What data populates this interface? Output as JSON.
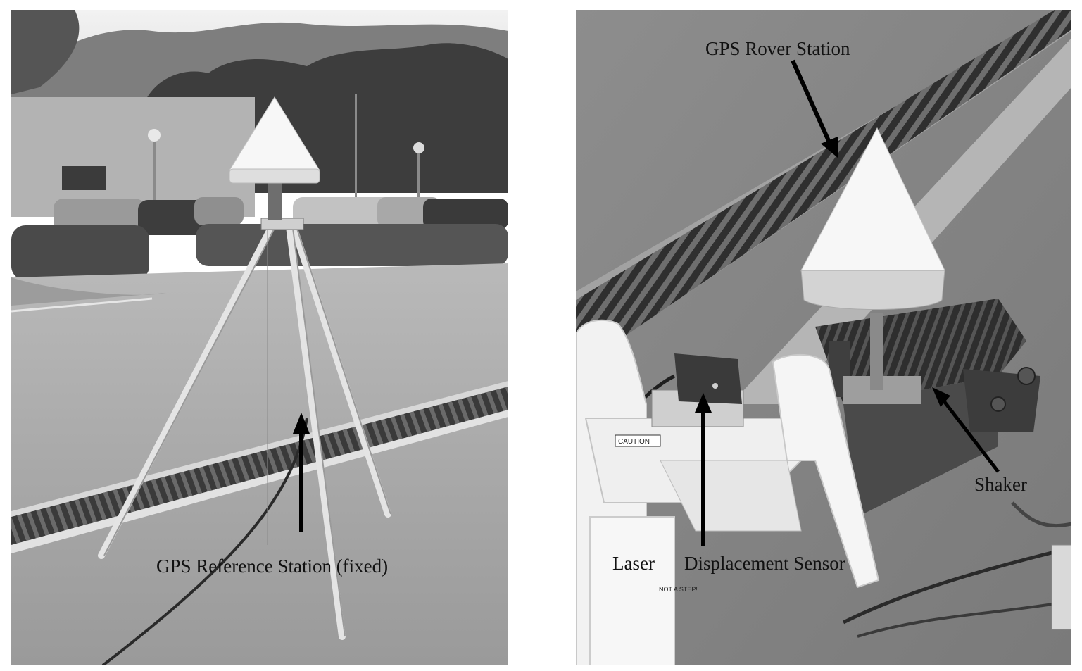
{
  "figure": {
    "left_photo": {
      "caption": "GPS Reference Station  (fixed)"
    },
    "right_photo": {
      "caption_rover": "GPS Rover Station",
      "caption_shaker": "Shaker",
      "caption_laser": "Laser",
      "caption_sensor": "Displacement Sensor",
      "caution_label": "CAUTION",
      "step_label": "NOT A STEP!"
    }
  }
}
